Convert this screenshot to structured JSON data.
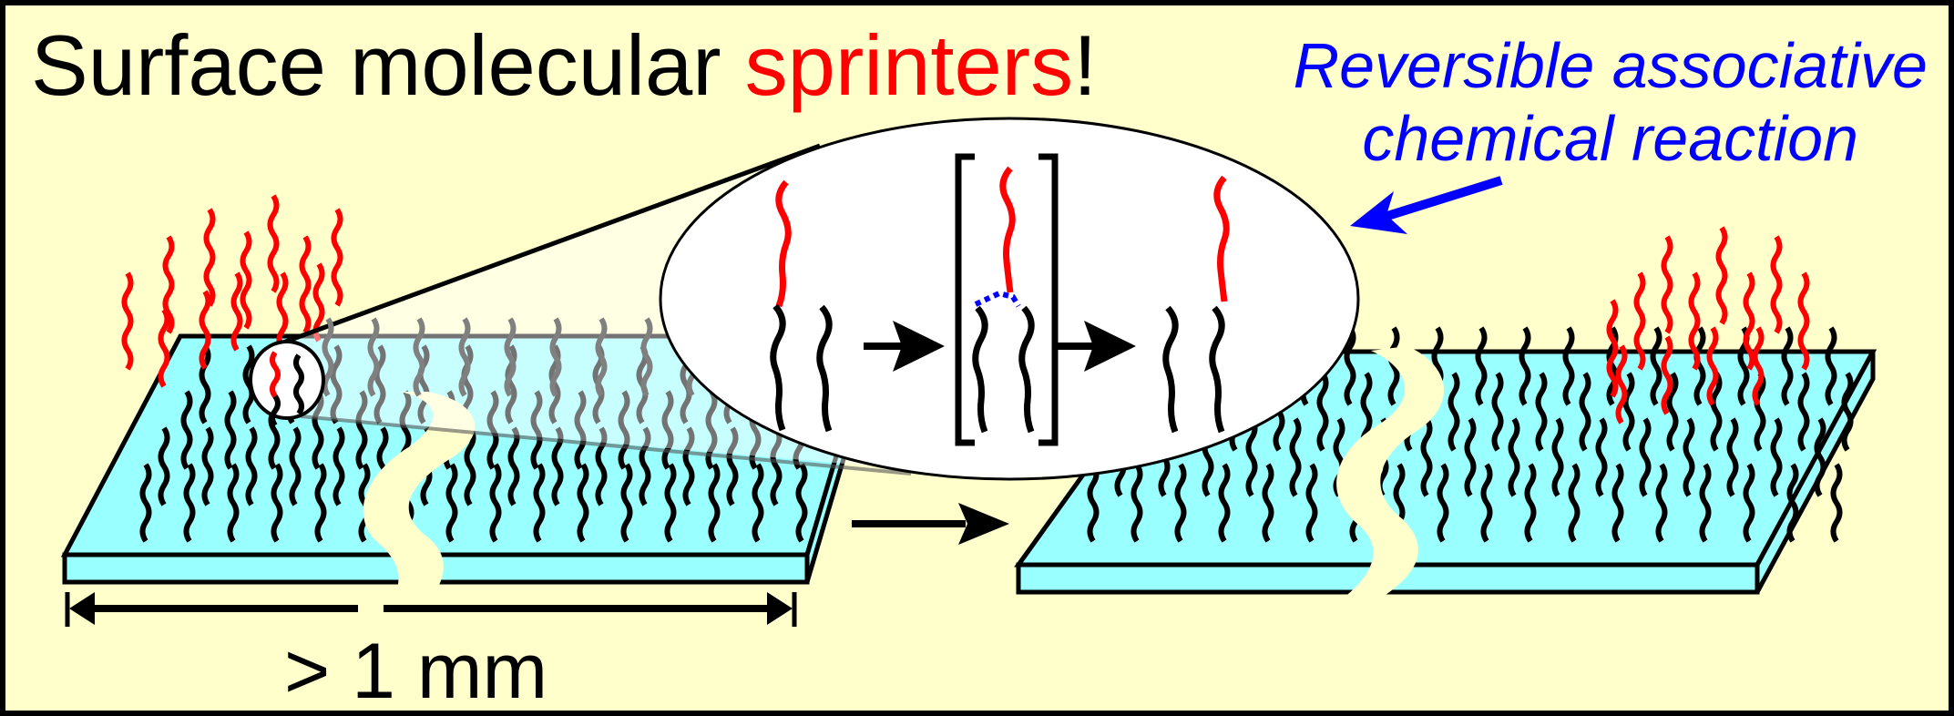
{
  "title": {
    "prefix": "Surface molecular ",
    "highlight": "sprinters",
    "suffix": "!"
  },
  "annotation": {
    "line1": "Reversible associative",
    "line2": "chemical reaction"
  },
  "scale_label": "> 1 mm",
  "colors": {
    "background": "#ffffcc",
    "substrate": "#99ffff",
    "base_chain": "#000000",
    "mobile_chain": "#ff0000",
    "annotation": "#0000ff",
    "bond": "#0000ff",
    "ghost_chain": "#808080"
  },
  "panels": [
    {
      "name": "initial-surface",
      "mobile_cluster_side": "left"
    },
    {
      "name": "final-surface",
      "mobile_cluster_side": "right"
    }
  ],
  "inset": {
    "description": "Magnified view of the exchange step",
    "steps": [
      "reactant",
      "transition-state",
      "product"
    ]
  }
}
